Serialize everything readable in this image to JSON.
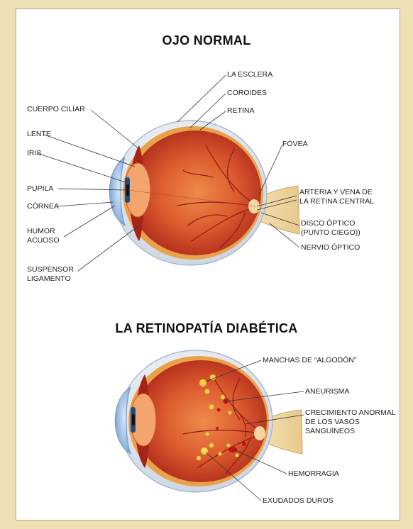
{
  "titles": {
    "normal": "OJO NORMAL",
    "diabetic": "LA RETINOPATÍA DIABÉTICA"
  },
  "normal_labels": {
    "esclera": "LA ESCLERA",
    "coroides": "COROIDES",
    "retina": "RETINA",
    "cuerpo_ciliar": "CUERPO CILIAR",
    "lente": "LENTE",
    "iris": "IRIS",
    "pupila": "PUPILA",
    "cornea": "CÓRNEA",
    "humor_1": "HUMOR",
    "humor_2": "ACUOSO",
    "suspensor_1": "SUSPENSOR",
    "suspensor_2": "LIGAMENTO",
    "fovea": "FÓVEA",
    "arteria_1": "ARTERIA Y VENA DE",
    "arteria_2": "LA RETINA CENTRAL",
    "disco_1": "DISCO ÓPTICO",
    "disco_2": "(PUNTO CIEGO))",
    "nervio": "NERVIO ÓPTICO"
  },
  "diabetic_labels": {
    "manchas": "MANCHAS DE “ALGODÓN”",
    "aneurisma": "ANEURISMA",
    "crecimiento_1": "CRECIMIENTO ANORMAL",
    "crecimiento_2": "DE LOS VASOS",
    "crecimiento_3": "SANGUÍNEOS",
    "hemorragia": "HEMORRAGIA",
    "exudados": "EXUDADOS DUROS"
  },
  "colors": {
    "background": "#ede0b4",
    "sclera": "#eef1f6",
    "choroid": "#e2963c",
    "retina_inner": "#d8532b",
    "retina_deep": "#b52a1c",
    "cornea": "#9fc1e6",
    "nerve": "#f0d9a8",
    "exudate": "#f3d046"
  }
}
